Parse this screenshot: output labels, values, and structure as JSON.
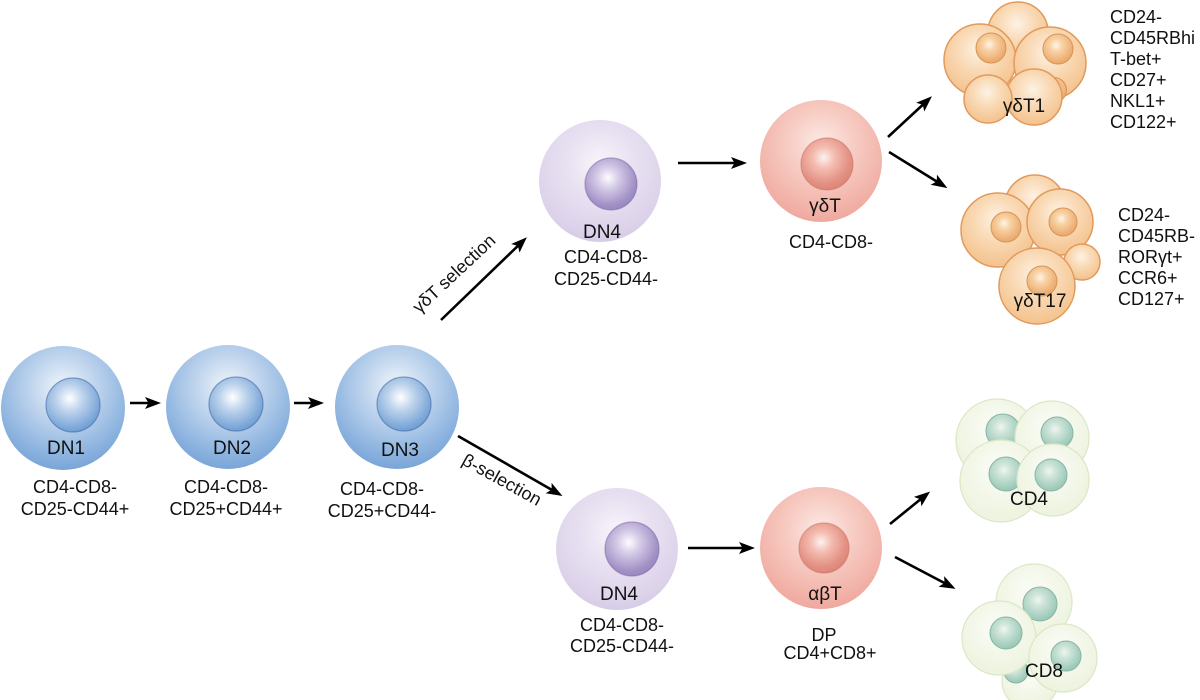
{
  "cells": {
    "dn1": {
      "label": "DN1",
      "markers": [
        "CD4-CD8-",
        "CD25-CD44+"
      ]
    },
    "dn2": {
      "label": "DN2",
      "markers": [
        "CD4-CD8-",
        "CD25+CD44+"
      ]
    },
    "dn3": {
      "label": "DN3",
      "markers": [
        "CD4-CD8-",
        "CD25+CD44-"
      ]
    },
    "dn4_gd": {
      "label": "DN4",
      "markers": [
        "CD4-CD8-",
        "CD25-CD44-"
      ]
    },
    "gdt": {
      "label": "γδT",
      "markers": [
        "CD4-CD8-"
      ]
    },
    "gdt1": {
      "label": "γδT1",
      "markers": [
        "CD24-",
        "CD45RBhi",
        "T-bet+",
        "CD27+",
        "NKL1+",
        "CD122+"
      ]
    },
    "gdt17": {
      "label": "γδT17",
      "markers": [
        "CD24-",
        "CD45RB-",
        "RORγt+",
        "CCR6+",
        "CD127+"
      ]
    },
    "dn4_ab": {
      "label": "DN4",
      "markers": [
        "CD4-CD8-",
        "CD25-CD44-"
      ]
    },
    "abt": {
      "label": "αβT",
      "markers": [
        "DP",
        "CD4+CD8+"
      ]
    },
    "cd4": {
      "label": "CD4"
    },
    "cd8": {
      "label": "CD8"
    }
  },
  "transitions": {
    "gdt_selection": "γδT selection",
    "beta_selection": "β-selection"
  },
  "colors": {
    "blue_cell": "#8fb5e0",
    "purple_cell": "#dcd2ea",
    "red_cell": "#f1b0a6",
    "orange_cell": "#f4c28d",
    "green_cell": "#ebf2dc",
    "arrow": "#000000",
    "text": "#111111",
    "background": "#ffffff"
  }
}
